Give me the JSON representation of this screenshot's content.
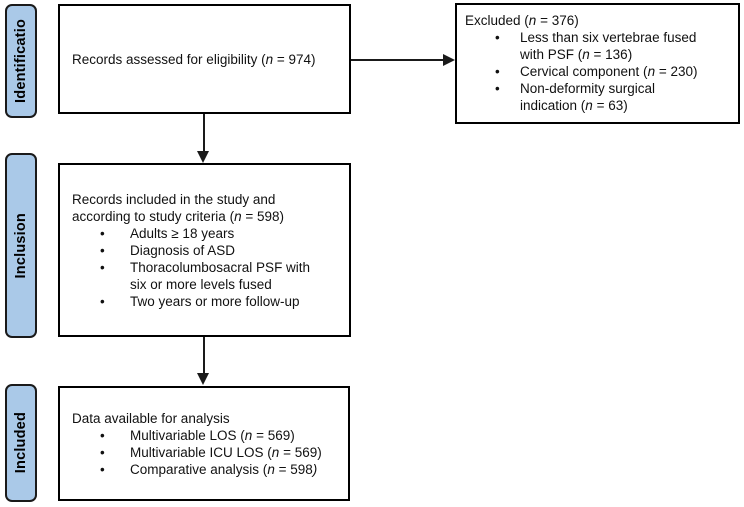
{
  "bullet_char": "•",
  "colors": {
    "background": "#ffffff",
    "stage_fill": "#aac9e8",
    "stage_border": "#1a1a1a",
    "box_border": "#000000",
    "arrow": "#1a1a1a"
  },
  "stages": {
    "identification": "Identificatio",
    "inclusion": "Inclusion",
    "included": "Included"
  },
  "boxes": {
    "eligibility": {
      "title": {
        "pre": "Records assessed for eligibility (",
        "n": "n",
        "post": " = 974)"
      }
    },
    "excluded": {
      "title": {
        "pre": "Excluded (",
        "n": "n",
        "post": " = 376)"
      },
      "bullets": [
        {
          "pre": "Less than six vertebrae fused\nwith PSF (",
          "n": "n",
          "post": " = 136)"
        },
        {
          "pre": "Cervical component (",
          "n": "n",
          "post": " = 230)"
        },
        {
          "pre": "Non-deformity surgical\nindication (",
          "n": "n",
          "post": " = 63)"
        }
      ]
    },
    "inclusion": {
      "title": {
        "pre": "Records included in the study and\naccording to study criteria (",
        "n": "n",
        "post": " = 598)"
      },
      "bullets": [
        {
          "pre": "Adults ≥ 18 years"
        },
        {
          "pre": "Diagnosis of ASD"
        },
        {
          "pre": "Thoracolumbosacral PSF with\nsix or more levels fused"
        },
        {
          "pre": "Two years or more follow-up"
        }
      ]
    },
    "included": {
      "title": {
        "pre": "Data available for analysis"
      },
      "bullets": [
        {
          "pre": "Multivariable LOS (",
          "n": "n",
          "post": " = 569)"
        },
        {
          "pre": "Multivariable ICU LOS (",
          "n": "n",
          "post": " = 569)"
        },
        {
          "pre": "Comparative analysis (",
          "n": "n",
          "post": " = 598",
          "post_italic": ")"
        }
      ]
    }
  }
}
